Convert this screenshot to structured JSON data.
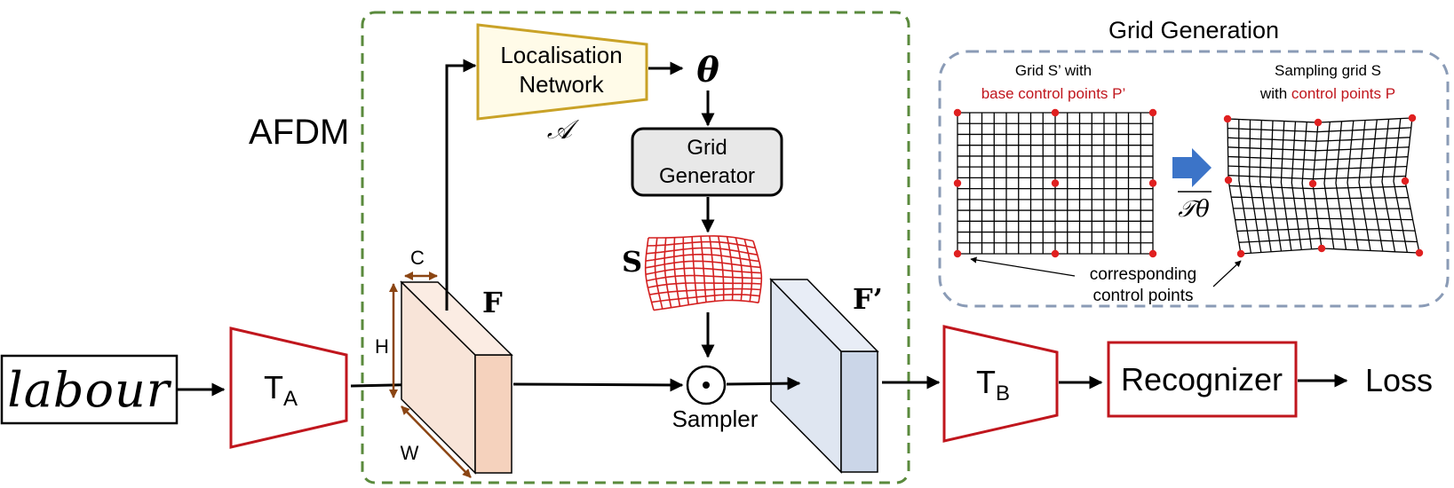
{
  "afdm_label": "AFDM",
  "input_word": "labour",
  "ta": {
    "base": "T",
    "sub": "A"
  },
  "tb": {
    "base": "T",
    "sub": "B"
  },
  "localisation": {
    "line1": "Localisation",
    "line2": "Network",
    "symbol": "𝒜"
  },
  "theta": "θ",
  "grid_generator": {
    "line1": "Grid",
    "line2": "Generator"
  },
  "s_label": "S",
  "f_label": "F",
  "f_prime_label": "F’",
  "dims": {
    "c": "C",
    "h": "H",
    "w": "W"
  },
  "sampler": {
    "symbol": "⊙",
    "label": "Sampler"
  },
  "recognizer": "Recognizer",
  "loss": "Loss",
  "grid_generation": {
    "title": "Grid Generation",
    "left_caption_line1": "Grid S’ with",
    "left_caption_line2": "base control points  P’",
    "right_caption_line1": "Sampling grid S",
    "right_caption_line2_prefix": "with ",
    "right_caption_line2_red": "control points P",
    "transform": "𝒯θ",
    "corresponding_line1": "corresponding",
    "corresponding_line2": "control points"
  },
  "colors": {
    "red": "#c0161d",
    "gold": "#c9a227",
    "gold_fill": "#fffbe8",
    "green_dash": "#5a8a3c",
    "slate_dash": "#8a9bb6",
    "f_front": "#f8e4d8",
    "f_side": "#f5d2bd",
    "fp_front": "#dfe6f1",
    "fp_side": "#cbd6e8",
    "brown": "#8b4513",
    "blue_arrow": "#3c74c8",
    "control_point": "#e02020"
  }
}
